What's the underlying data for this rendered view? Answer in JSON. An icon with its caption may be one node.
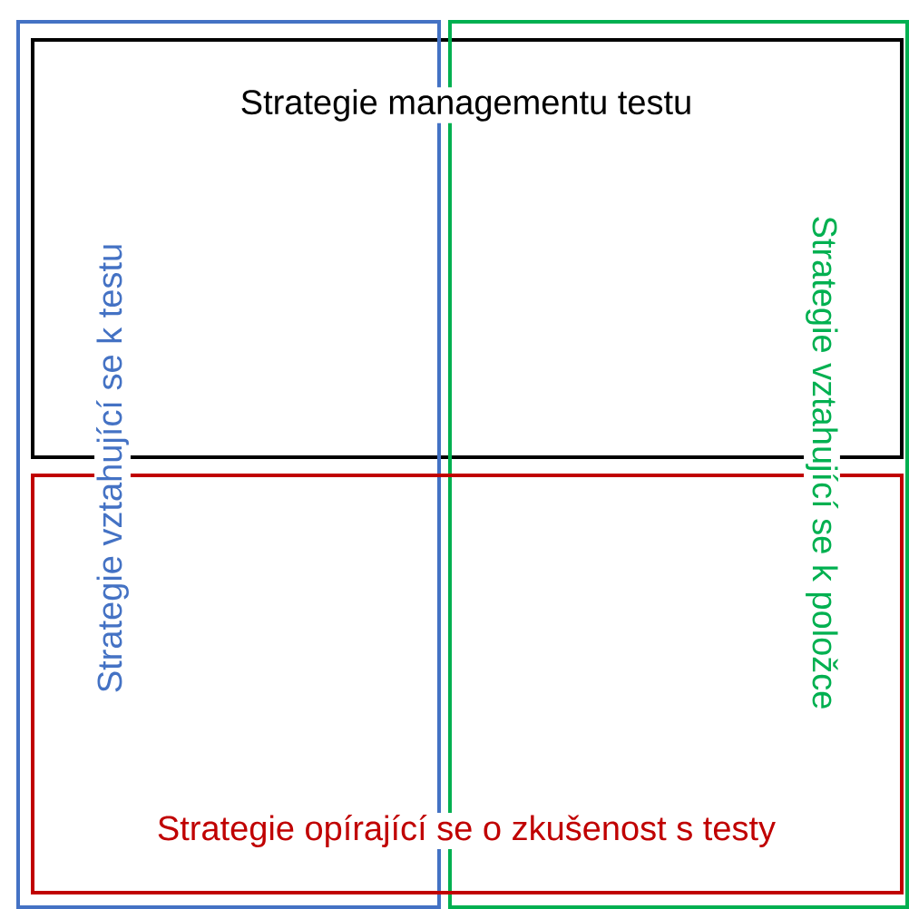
{
  "diagram": {
    "nodes": [
      {
        "text": [
          "Strategie managementu testu"
        ]
      },
      {
        "text": [
          "Strategie vztahující se k testu"
        ]
      },
      {
        "text": [
          "Strategie vztahující se k položce"
        ]
      },
      {
        "text": [
          "Strategie opírající se o zkušenost s testy"
        ]
      }
    ]
  }
}
